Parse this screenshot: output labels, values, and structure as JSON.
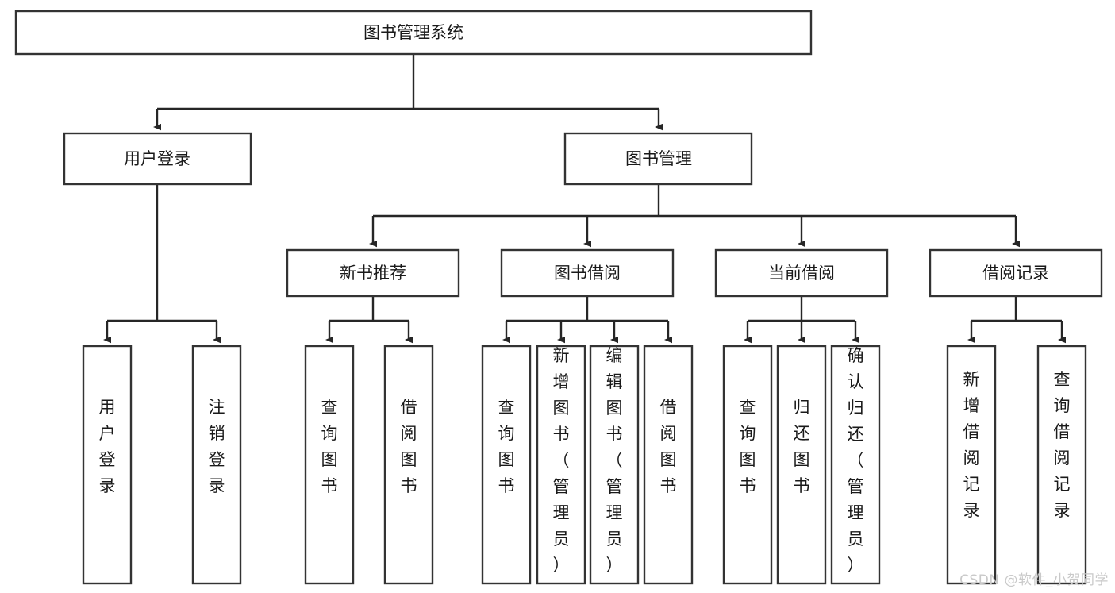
{
  "diagram": {
    "type": "tree-hierarchy-chart",
    "title": "图书管理系统",
    "watermark": "CSDN @软件_小贺同学",
    "colors": {
      "box_stroke": "#333333",
      "box_fill": "#ffffff",
      "connector": "#262626",
      "text": "#1a1a1a",
      "watermark": "#c9c9c9",
      "background": "#ffffff"
    },
    "root": {
      "label": "图书管理系统"
    },
    "level2": [
      {
        "label": "用户登录"
      },
      {
        "label": "图书管理"
      }
    ],
    "level3": [
      {
        "label": "新书推荐"
      },
      {
        "label": "图书借阅"
      },
      {
        "label": "当前借阅"
      },
      {
        "label": "借阅记录"
      }
    ],
    "leaves": {
      "user_login": [
        {
          "label": "用户登录"
        },
        {
          "label": "注销登录"
        }
      ],
      "new_book_recommend": [
        {
          "label": "查询图书"
        },
        {
          "label": "借阅图书"
        }
      ],
      "book_borrow": [
        {
          "label": "查询图书"
        },
        {
          "label": "新增图书（管理员）"
        },
        {
          "label": "编辑图书（管理员）"
        },
        {
          "label": "借阅图书"
        }
      ],
      "current_borrow": [
        {
          "label": "查询图书"
        },
        {
          "label": "归还图书"
        },
        {
          "label": "确认归还（管理员）"
        }
      ],
      "borrow_record": [
        {
          "label": "新增借阅记录"
        },
        {
          "label": "查询借阅记录"
        }
      ]
    }
  }
}
